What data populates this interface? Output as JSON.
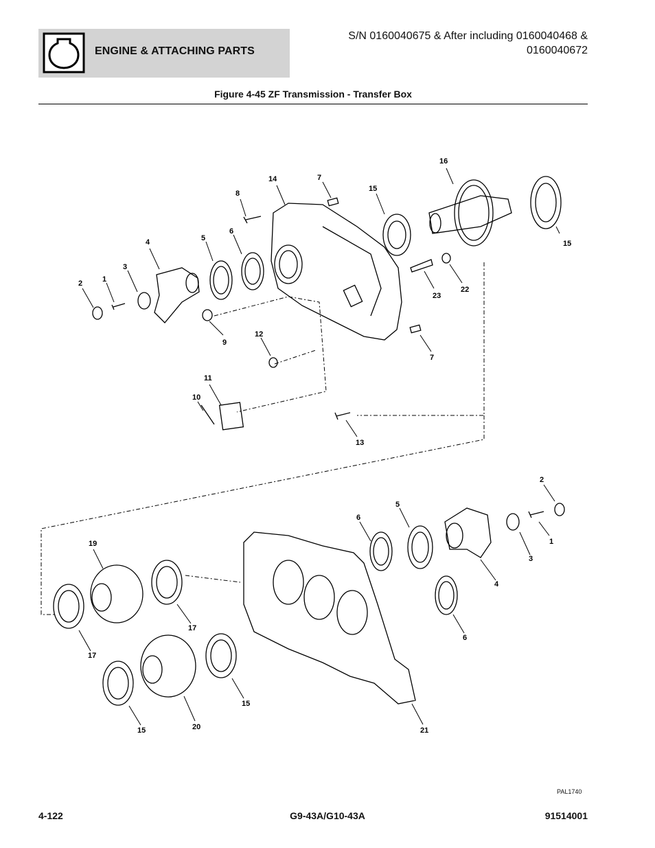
{
  "header": {
    "section_title": "ENGINE & ATTACHING PARTS",
    "icon": "engine-icon",
    "serial_line1": "S/N 0160040675 & After including 0160040468 &",
    "serial_line2": "0160040672"
  },
  "figure": {
    "title": "Figure 4-45 ZF Transmission - Transfer Box",
    "drawing_code": "PAL1740",
    "callouts_upper": [
      "16",
      "14",
      "7",
      "8",
      "15",
      "15",
      "4",
      "5",
      "6",
      "3",
      "2",
      "1",
      "9",
      "12",
      "23",
      "22",
      "7",
      "11",
      "10",
      "13"
    ],
    "callouts_lower": [
      "2",
      "5",
      "6",
      "19",
      "1",
      "3",
      "4",
      "17",
      "17",
      "6",
      "15",
      "20",
      "15",
      "21"
    ]
  },
  "footer": {
    "page_number": "4-122",
    "model": "G9-43A/G10-43A",
    "doc_number": "91514001"
  }
}
